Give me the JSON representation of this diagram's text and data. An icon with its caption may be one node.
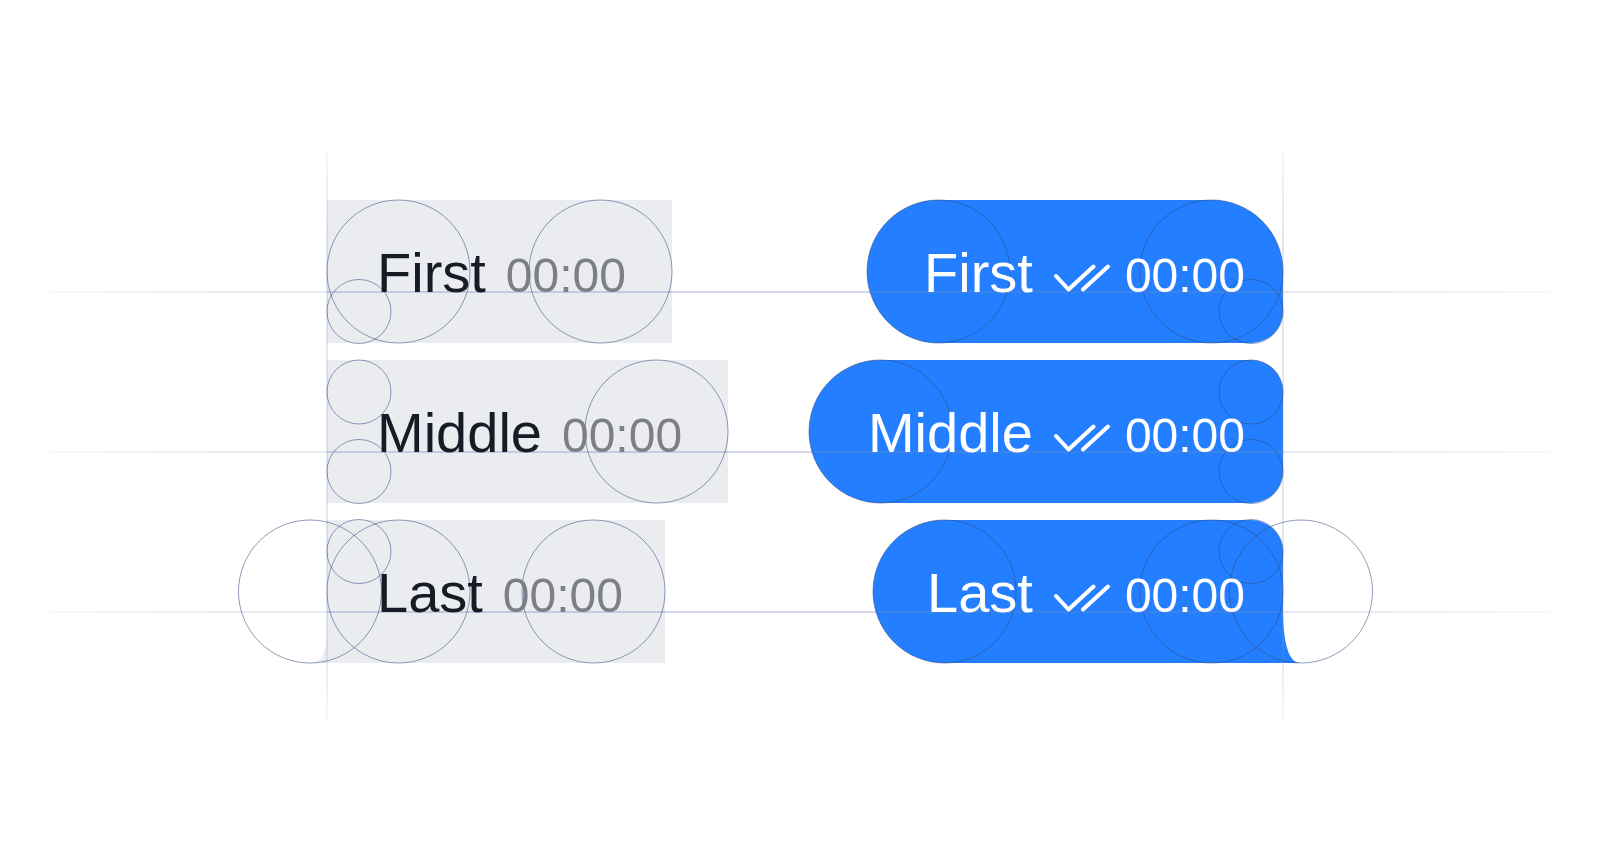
{
  "diagram": {
    "nodes": [
      {
        "text": [
          "First",
          "00:00"
        ]
      },
      {
        "text": [
          "First",
          "00:00"
        ]
      },
      {
        "text": [
          "Middle",
          "00:00"
        ]
      },
      {
        "text": [
          "Middle",
          "00:00"
        ]
      },
      {
        "text": [
          "Last",
          "00:00"
        ]
      },
      {
        "text": [
          "Last",
          "00:00"
        ]
      }
    ]
  }
}
